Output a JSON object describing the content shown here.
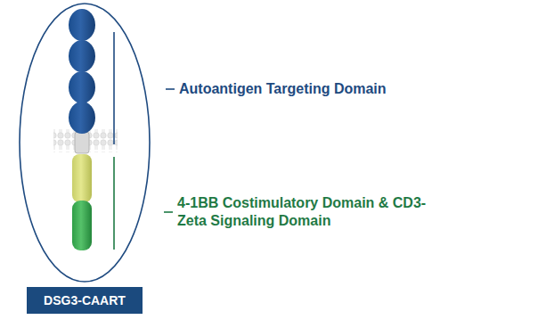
{
  "diagram": {
    "nodes": [
      {
        "text": [
          "DSG3-CAART"
        ]
      }
    ],
    "labels": [
      "Autoantigen Targeting Domain",
      "4-1BB Costimulatory Domain & CD3-Zeta Signaling Domain"
    ]
  }
}
